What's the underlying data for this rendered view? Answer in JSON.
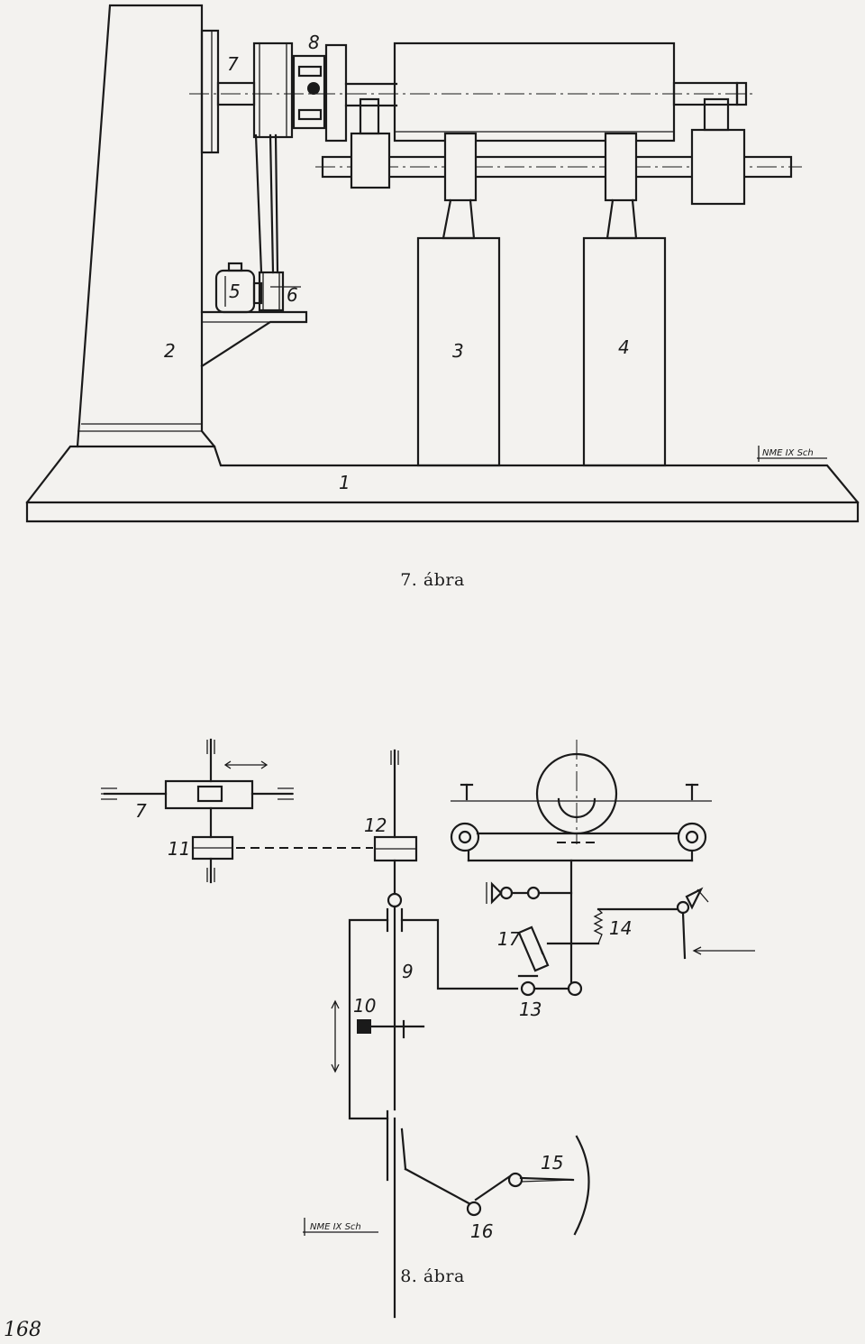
{
  "figure7": {
    "caption": "7. ábra",
    "stamp": "NME IX Sch",
    "labels": {
      "l1": "1",
      "l2": "2",
      "l3": "3",
      "l4": "4",
      "l5": "5",
      "l6": "6",
      "l7": "7",
      "l8": "8"
    }
  },
  "figure8": {
    "caption": "8. ábra",
    "stamp": "NME IX Sch",
    "labels": {
      "l7": "7",
      "l9": "9",
      "l10": "10",
      "l11": "11",
      "l12": "12",
      "l13": "13",
      "l14": "14",
      "l15": "15",
      "l16": "16",
      "l17": "17"
    }
  },
  "page_number": "168"
}
